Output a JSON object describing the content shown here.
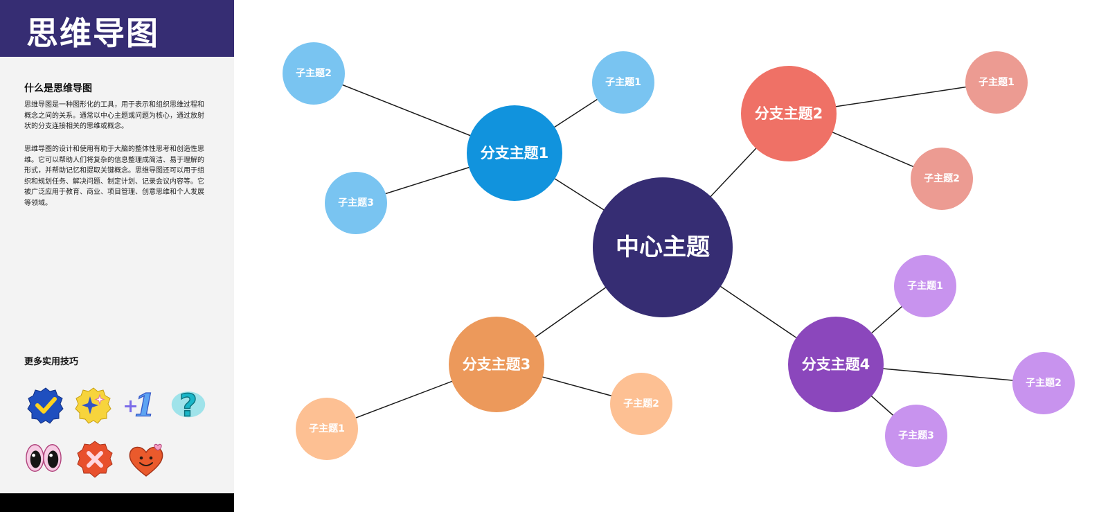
{
  "sidebar": {
    "title": "思维导图",
    "about_heading": "什么是思维导图",
    "paragraph_1": "思维导图是一种图形化的工具，用于表示和组织思维过程和概念之间的关系。通常以中心主题或问题为核心，通过放射状的分支连接相关的思维或概念。",
    "paragraph_2": "思维导图的设计和使用有助于大脑的整体性思考和创造性思维。它可以帮助人们将复杂的信息整理成简洁、易于理解的形式，并帮助记忆和提取关键概念。思维导图还可以用于组织和规划任务、解决问题、制定计划、记录会议内容等。它被广泛应用于教育、商业、项目管理、创意思维和个人发展等领域。",
    "tips_heading": "更多实用技巧",
    "stickers": [
      "check-badge-icon",
      "sparkle-badge-icon",
      "plus-one-icon",
      "question-mark-icon",
      "eyes-icon",
      "x-badge-icon",
      "smiling-heart-icon"
    ]
  },
  "mindmap": {
    "center": {
      "label": "中心主题",
      "color": "#362d73"
    },
    "branches": [
      {
        "label": "分支主题1",
        "color": "#1193dd",
        "child_color": "#79c4f1",
        "children": [
          "子主题2",
          "子主题1",
          "子主题3"
        ]
      },
      {
        "label": "分支主题2",
        "color": "#ef7166",
        "child_color": "#ec9b92",
        "children": [
          "子主题1",
          "子主题2"
        ]
      },
      {
        "label": "分支主题3",
        "color": "#ec995b",
        "child_color": "#fdc093",
        "children": [
          "子主题1",
          "子主题2"
        ]
      },
      {
        "label": "分支主题4",
        "color": "#8b47bc",
        "child_color": "#c893ee",
        "children": [
          "子主题1",
          "子主题2",
          "子主题3"
        ]
      }
    ]
  }
}
